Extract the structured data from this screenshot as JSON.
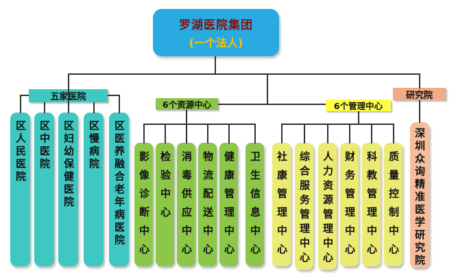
{
  "root": {
    "title": "罗湖医院集团",
    "subtitle": "(一个法人)"
  },
  "groups": {
    "hospitals": {
      "header": "五家医院",
      "items": [
        "区人民医院",
        "区中医院",
        "区妇幼保健医院",
        "区慢病院",
        "区医养融合老年病医院"
      ]
    },
    "resource_centers": {
      "header": "6个资源中心",
      "items": [
        "影像诊断中心",
        "检验中心",
        "消毒供应中心",
        "物流配送中心",
        "健康管理中心",
        "卫生信息中心"
      ]
    },
    "management_centers": {
      "header": "6个管理中心",
      "items": [
        "社康管理中心",
        "综合服务管理中心",
        "人力资源管理中心",
        "财务管理中心",
        "科教管理中心",
        "质量控制中心"
      ]
    },
    "institute": {
      "header": "研究院",
      "items": [
        "深圳众询精准医学研究院"
      ]
    }
  },
  "colors": {
    "cyan": "#29ABE2",
    "teal": "#3FC8C2",
    "green": "#8CC749",
    "yellow_header": "#FFFF4A",
    "yellow": "#EBEB74",
    "salmon_header": "#F2AA88",
    "salmon": "#F5BD9C",
    "title_red": "#7E1416",
    "subtitle_gold": "#FFC000",
    "line": "#2F2F2F"
  }
}
